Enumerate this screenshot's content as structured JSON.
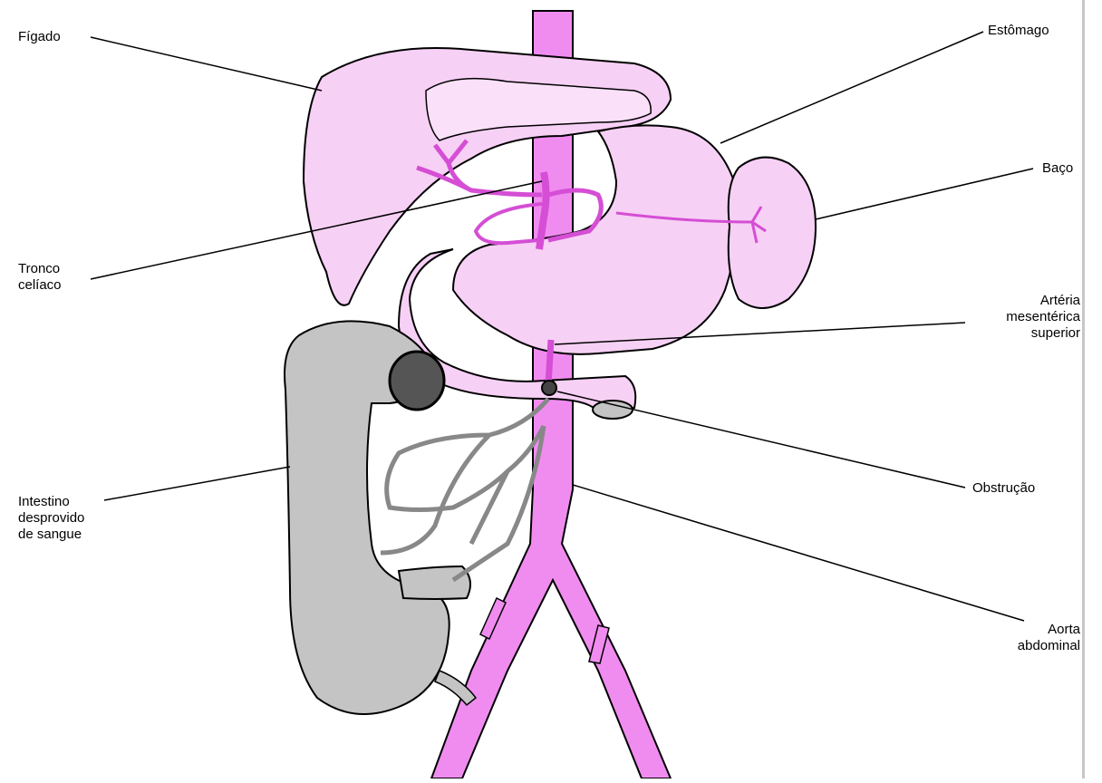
{
  "labels": {
    "figado": "Fígado",
    "tronco": "Tronco\ncelíaco",
    "intestino": "Intestino\ndesprovido\nde sangue",
    "estomago": "Estômago",
    "baco": "Baço",
    "arteria": "Artéria\nmesentérica\nsuperior",
    "obstrucao": "Obstrução",
    "aorta": "Aorta\nabdominal"
  },
  "colors": {
    "vessel": "#f08cf0",
    "vessel_dark": "#d54ed5",
    "organ": "#f7d0f5",
    "organ_light": "#fae0f8",
    "intestine": "#c4c4c4",
    "outline": "#000000"
  }
}
